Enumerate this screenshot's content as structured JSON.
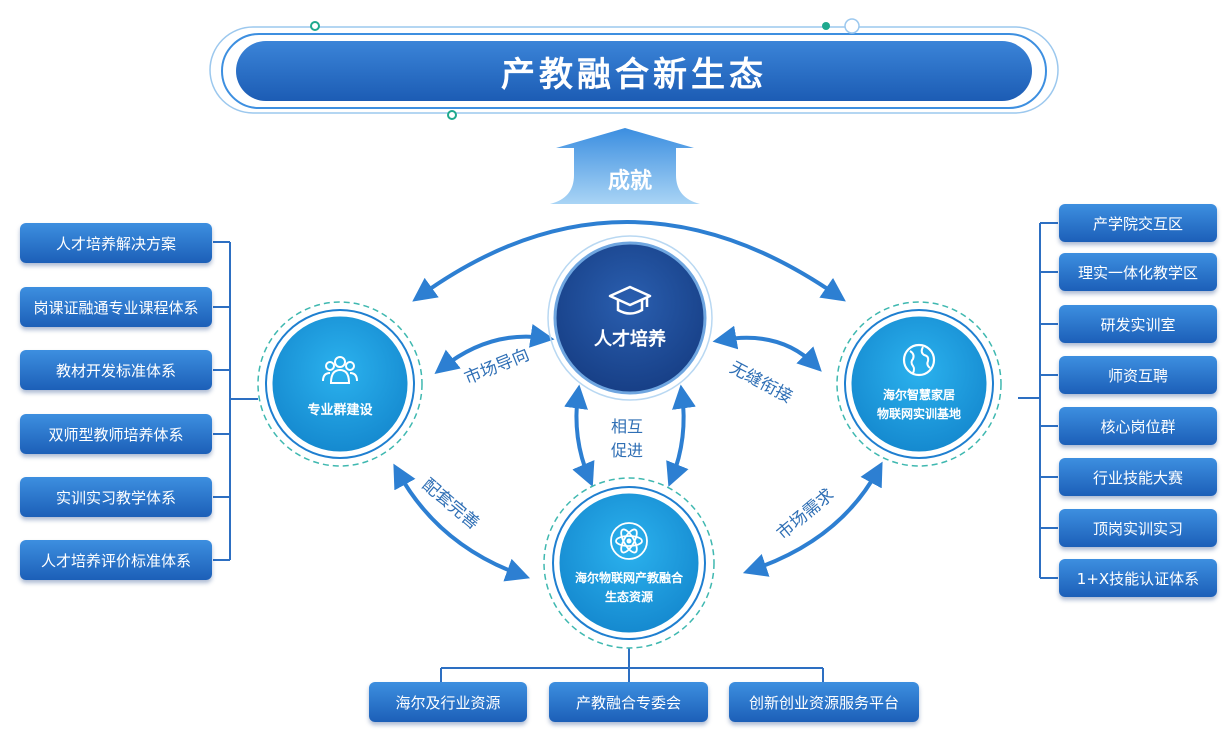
{
  "title": "产教融合新生态",
  "achieve_label": "成就",
  "center": {
    "label": "人才培养",
    "icon": "graduation-cap-icon"
  },
  "left_node": {
    "label": "专业群建设",
    "icon": "people-group-icon"
  },
  "right_node": {
    "label_line1": "海尔智慧家居",
    "label_line2": "物联网实训基地",
    "icon": "globe-icon"
  },
  "bottom_node": {
    "label_line1": "海尔物联网产教融合",
    "label_line2": "生态资源",
    "icon": "atom-icon"
  },
  "relations": {
    "market_orientation": "市场导向",
    "seamless": "无缝衔接",
    "mutual_line1": "相互",
    "mutual_line2": "促进",
    "supporting": "配套完善",
    "market_demand": "市场需求"
  },
  "left_items": [
    "人才培养解决方案",
    "岗课证融通专业课程体系",
    "教材开发标准体系",
    "双师型教师培养体系",
    "实训实习教学体系",
    "人才培养评价标准体系"
  ],
  "right_items": [
    "产学院交互区",
    "理实一体化教学区",
    "研发实训室",
    "师资互聘",
    "核心岗位群",
    "行业技能大赛",
    "顶岗实训实习",
    "1+X技能认证体系"
  ],
  "bottom_items": [
    "海尔及行业资源",
    "产教融合专委会",
    "创新创业资源服务平台"
  ],
  "colors": {
    "primary": "#1c5fb8",
    "light": "#3d8fe0",
    "teal": "#1ea98e",
    "circle": "#1aa0e0",
    "center": "#1c4f9c"
  }
}
